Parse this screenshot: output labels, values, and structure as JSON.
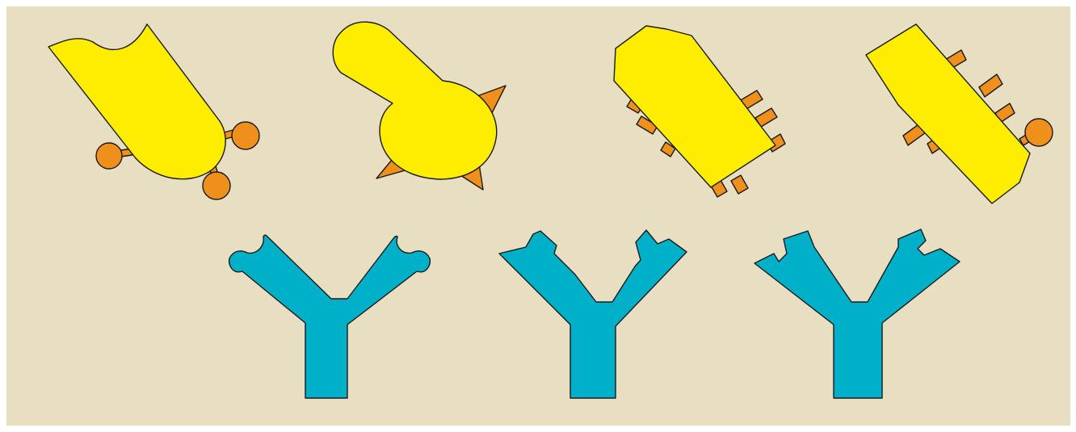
{
  "colors": {
    "background": "#e8dfc2",
    "cell": "#ffed00",
    "marker": "#ef8f1c",
    "antibody": "#00b0c8",
    "outline": "#1a1a1a"
  },
  "antigen_cells": [
    {
      "marker_shape": "round-knob"
    },
    {
      "marker_shape": "triangle-spike"
    },
    {
      "marker_shape": "rectangular-tab"
    },
    {
      "marker_shape": "rectangular-tab-and-round-knob"
    }
  ],
  "antibodies": [
    {
      "binding_site_shape": "round-socket"
    },
    {
      "binding_site_shape": "triangular-notch"
    },
    {
      "binding_site_shape": "rectangular-slot"
    }
  ]
}
